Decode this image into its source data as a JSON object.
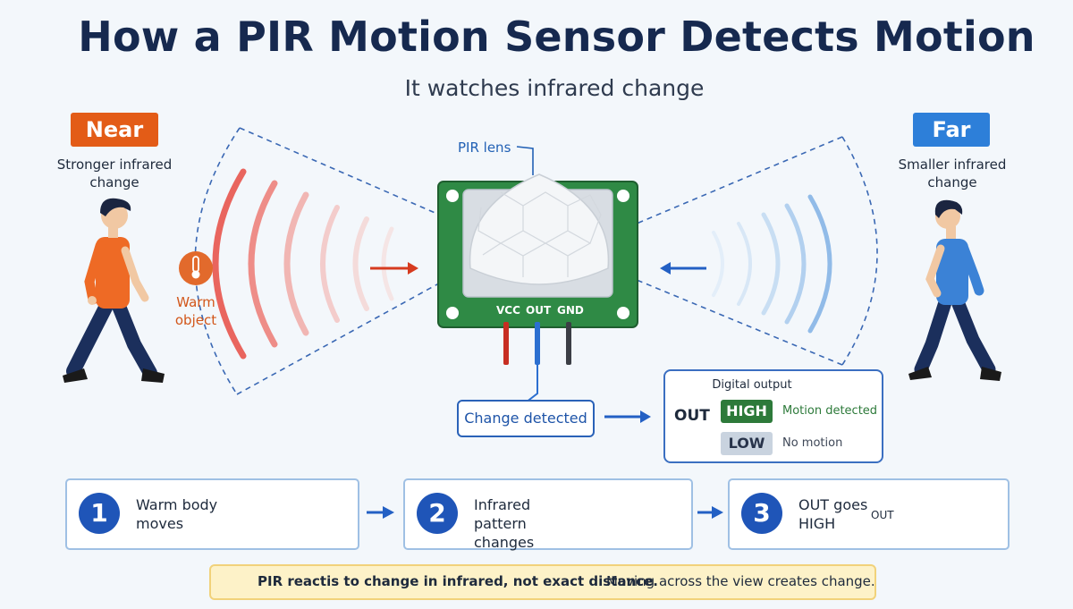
{
  "title": "How a PIR Motion Sensor Detects Motion",
  "subtitle": "It watches infrared change",
  "near": {
    "tag": "Near",
    "caption": "Stronger infrared change",
    "warm_label": "Warm object"
  },
  "far": {
    "tag": "Far",
    "caption": "Smaller infrared change"
  },
  "sensor": {
    "lens_label": "PIR lens",
    "pins": [
      "VCC",
      "OUT",
      "GND"
    ]
  },
  "change_box": "Change detected",
  "digital_output": {
    "title": "Digital output",
    "out_label": "OUT",
    "high": "HIGH",
    "high_text": "Motion detected",
    "low": "LOW",
    "low_text": "No motion"
  },
  "steps": [
    {
      "num": "1",
      "text": "Warm body moves"
    },
    {
      "num": "2",
      "text": "Infrared pattern changes"
    },
    {
      "num": "3",
      "text": "OUT goes HIGH",
      "graph_label": "OUT"
    }
  ],
  "note": {
    "bold": "PIR reactis to change in infrared, not exact distance.",
    "rest": "Moving across the view creates change."
  },
  "colors": {
    "near": "#e35c17",
    "far": "#2d7fd9",
    "high": "#2d7a3a",
    "board": "#2f8a45",
    "title": "#16294f"
  },
  "icons": [
    "thermometer-icon",
    "walking-person-icon",
    "lightbulb-icon",
    "arrow-right-icon"
  ]
}
